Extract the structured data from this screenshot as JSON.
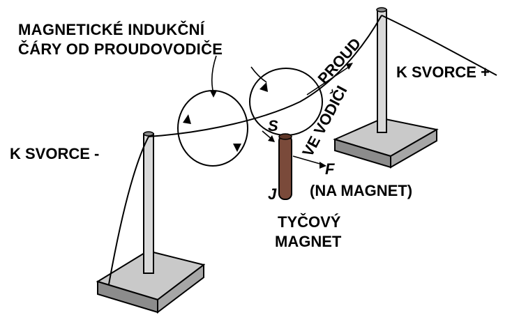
{
  "labels": {
    "field_line_1": "MAGNETICKÉ INDUKČNÍ",
    "field_line_2": "ČÁRY OD PROUDOVODIČE",
    "terminal_plus": "K SVORCE +",
    "terminal_minus": "K SVORCE -",
    "current_1": "PROUD",
    "current_2": "VE VODIČI",
    "pole_south": "S",
    "pole_north": "J",
    "force": "F",
    "force_note": "(NA MAGNET)",
    "magnet_1": "TYČOVÝ",
    "magnet_2": "MAGNET"
  },
  "colors": {
    "ink": "#000000",
    "stand_top": "#c9c9c9",
    "stand_side": "#8c8c8c",
    "pole": "#d9d9d9",
    "magnet": "#7a4a3a"
  }
}
